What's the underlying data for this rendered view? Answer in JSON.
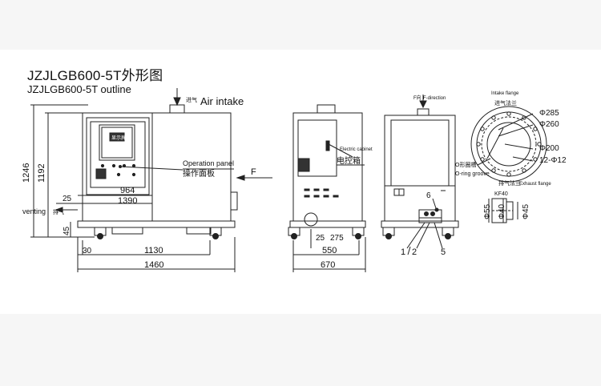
{
  "title": "JZJLGB600-5T外形图",
  "subtitle": "JZJLGB600-5T outline",
  "labels": {
    "air_intake_cn": "进气",
    "air_intake": "Air intake",
    "operation_panel": "Operation panel",
    "operation_panel_cn": "操作面板",
    "f_arrow": "F",
    "venting": "venting",
    "venting_cn": "排气",
    "f_direction_cn": "F向",
    "f_direction": "F-direction",
    "electric_cabinet": "Electric cabinet",
    "electric_cabinet_cn": "电控箱",
    "screen_text": "显示屏",
    "intake_flange": "Intake flange",
    "intake_flange_cn": "进气法兰",
    "oring_groove_cn": "O形圈槽",
    "oring_groove": "O-ring groove",
    "exhaust_flange_cn": "排气法兰",
    "exhaust_flange": "Exhaust flange",
    "kf": "KF40"
  },
  "dimensions": {
    "d1246": "1246",
    "d1192": "1192",
    "d964": "964",
    "d1390": "1390",
    "d25_left": "25",
    "d45": "45",
    "d30": "30",
    "d1130": "1130",
    "d1460": "1460",
    "d25_mid": "25",
    "d275": "275",
    "d550": "550",
    "d670": "670",
    "phi285": "Φ285",
    "phi260": "Φ260",
    "phi200": "Φ200",
    "holes": "12-Φ12",
    "phi55": "Φ55",
    "phi40": "Φ40",
    "phi45": "Φ45"
  },
  "callouts": [
    "1",
    "2",
    "5",
    "6"
  ]
}
